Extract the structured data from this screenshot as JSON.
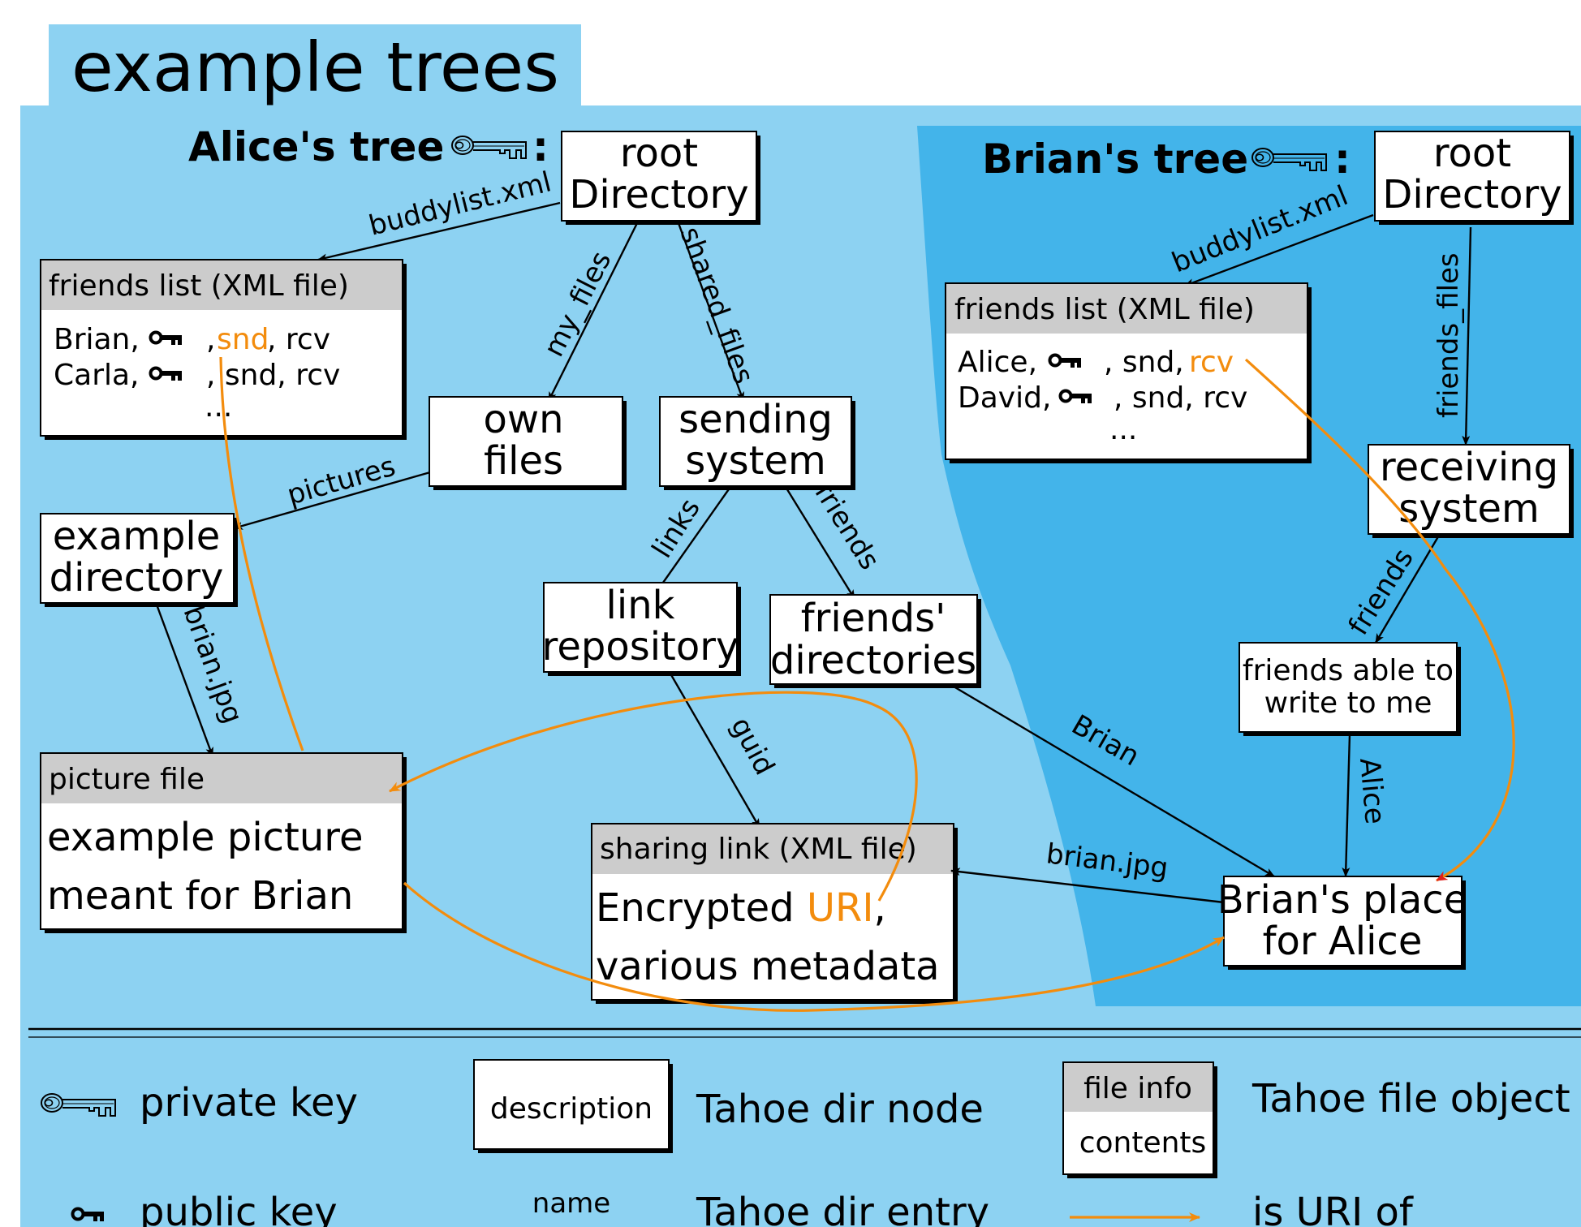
{
  "title": "example trees",
  "alice_tree": {
    "heading": "Alice's tree",
    "colon": ":",
    "root": [
      "root",
      "Directory"
    ],
    "friends_list": {
      "header": "friends list (XML file)",
      "row1": {
        "name": "Brian,",
        "sep": ",",
        "snd": "snd",
        "rcv": ", rcv"
      },
      "row2": {
        "name": "Carla,",
        "rest": ", snd, rcv"
      },
      "ellipsis": "..."
    },
    "own_files": [
      "own",
      "files"
    ],
    "sending_system": [
      "sending",
      "system"
    ],
    "example_directory": [
      "example",
      "directory"
    ],
    "link_repository": [
      "link",
      "repository"
    ],
    "friends_directories": [
      "friends'",
      "directories"
    ],
    "picture_file": {
      "header": "picture file",
      "lines": [
        "example picture",
        "meant for Brian"
      ]
    },
    "sharing_link": {
      "header": "sharing link (XML file)",
      "line1_pre": "Encrypted ",
      "line1_uri": "URI",
      "line1_post": ",",
      "line2": "various metadata"
    },
    "edges": {
      "buddylist": "buddylist.xml",
      "my_files": "my_files",
      "shared_files": "shared_files",
      "pictures": "pictures",
      "links": "links",
      "friends": "friends",
      "brian_jpg": "brian.jpg",
      "guid": "guid",
      "brian": "Brian"
    }
  },
  "brian_tree": {
    "heading": "Brian's tree",
    "colon": ":",
    "root": [
      "root",
      "Directory"
    ],
    "friends_list": {
      "header": "friends list (XML file)",
      "row1": {
        "name": "Alice,",
        "snd": ", snd, ",
        "rcv": "rcv"
      },
      "row2": {
        "name": "David,",
        "rest": ", snd, rcv"
      },
      "ellipsis": "..."
    },
    "receiving_system": [
      "receiving",
      "system"
    ],
    "friends_able": [
      "friends able to",
      "write to me"
    ],
    "place_for_alice": [
      "Brian's place",
      "for Alice"
    ],
    "edges": {
      "buddylist": "buddylist.xml",
      "friends_files": "friends_files",
      "friends": "friends",
      "alice": "Alice",
      "brian_jpg": "brian.jpg"
    }
  },
  "legend": {
    "private_key": "private key",
    "public_key": "public key",
    "description": "description",
    "dir_node": "Tahoe dir node",
    "file_info": "file info",
    "contents": "contents",
    "file_object": "Tahoe file object",
    "name": "name",
    "dir_entry": "Tahoe dir entry",
    "uri_of": "is URI of"
  },
  "colors": {
    "light_bg": "#8dd2f2",
    "dark_bg": "#43b4ea",
    "uri_orange": "#f38c0d",
    "header_gray": "#cccccc",
    "arrow_red": "#e0201b"
  }
}
